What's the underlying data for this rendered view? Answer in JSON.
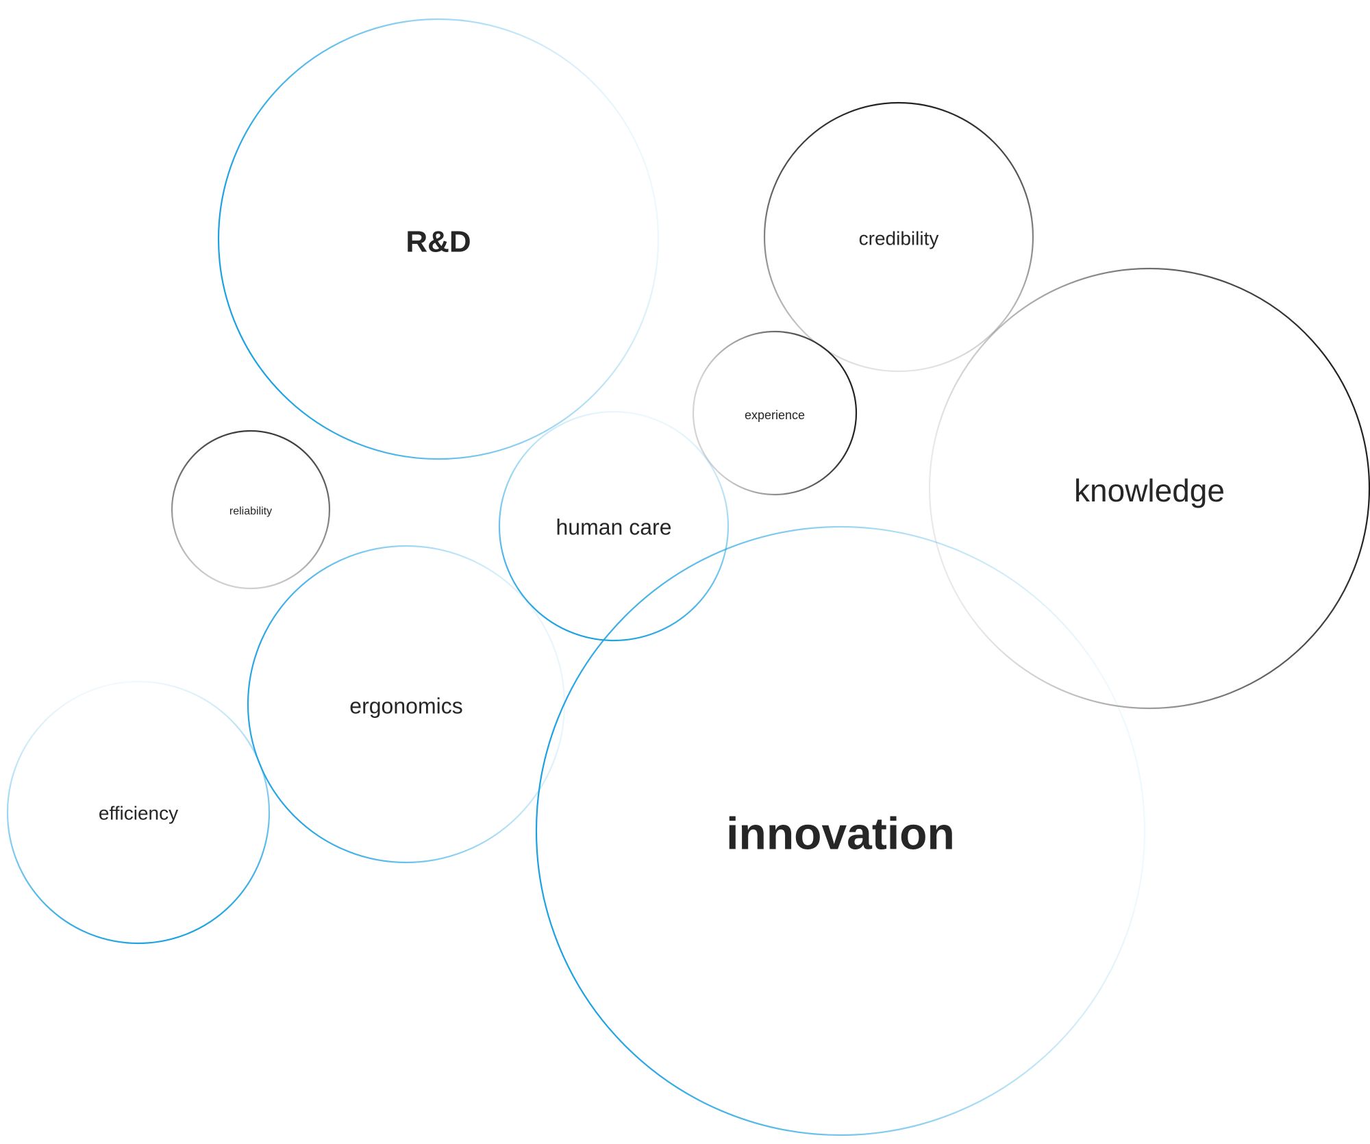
{
  "diagram": {
    "bubbles": [
      {
        "id": "rd",
        "label": "R&D",
        "theme": "blue",
        "weight": "bold"
      },
      {
        "id": "credibility",
        "label": "credibility",
        "theme": "gray",
        "weight": "normal"
      },
      {
        "id": "knowledge",
        "label": "knowledge",
        "theme": "gray",
        "weight": "normal"
      },
      {
        "id": "experience",
        "label": "experience",
        "theme": "gray",
        "weight": "normal"
      },
      {
        "id": "reliability",
        "label": "reliability",
        "theme": "gray",
        "weight": "normal"
      },
      {
        "id": "human-care",
        "label": "human care",
        "theme": "blue",
        "weight": "normal"
      },
      {
        "id": "ergonomics",
        "label": "ergonomics",
        "theme": "blue",
        "weight": "normal"
      },
      {
        "id": "efficiency",
        "label": "efficiency",
        "theme": "blue",
        "weight": "normal"
      },
      {
        "id": "innovation",
        "label": "innovation",
        "theme": "blue",
        "weight": "bold"
      }
    ]
  },
  "colors": {
    "blue": "#1ba1e2",
    "gray": "#222222",
    "text": "#262626",
    "background": "#ffffff"
  }
}
